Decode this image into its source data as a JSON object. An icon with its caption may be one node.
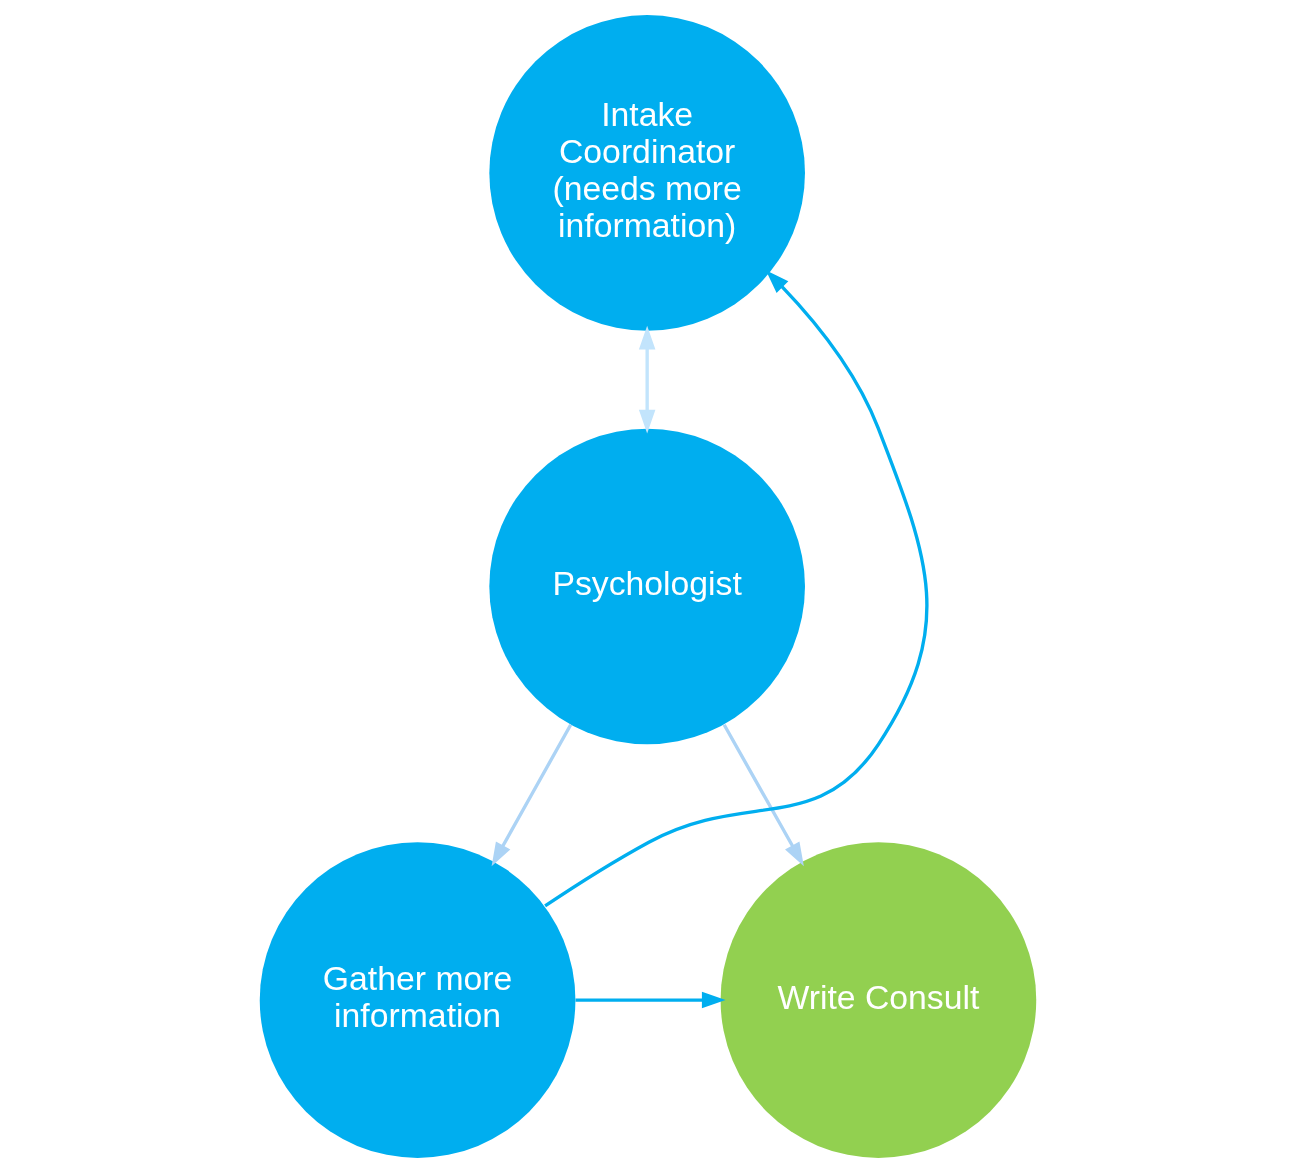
{
  "diagram": {
    "nodes": [
      {
        "text": [
          "Intake Coordinator (needs more information)"
        ]
      },
      {
        "text": [
          "Psychologist"
        ]
      },
      {
        "text": [
          "Gather more information"
        ]
      },
      {
        "text": [
          "Write Consult"
        ]
      }
    ],
    "edges": [
      {
        "from": 0,
        "to": 1,
        "arrow": "both",
        "color": "#c2e4fc"
      },
      {
        "from": 1,
        "to": 2,
        "arrow": "to",
        "color": "#acd3f5"
      },
      {
        "from": 1,
        "to": 3,
        "arrow": "to",
        "color": "#acd3f5"
      },
      {
        "from": 2,
        "to": 0,
        "arrow": "to",
        "color": "#00aeef"
      },
      {
        "from": 2,
        "to": 3,
        "arrow": "to",
        "color": "#00aeef"
      }
    ]
  }
}
